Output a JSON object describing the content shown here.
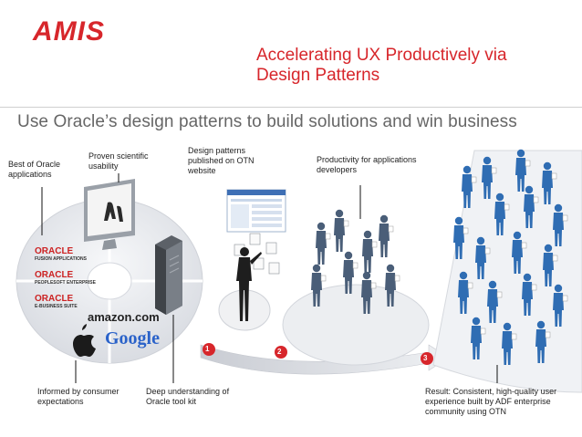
{
  "brand": {
    "logo_text": "AMIS"
  },
  "header": {
    "title_line1": "Accelerating UX Productively via",
    "title_line2": "Design Patterns",
    "subtitle": "Use Oracle’s design patterns to build solutions and win business"
  },
  "labels": {
    "best_of_oracle": "Best of Oracle applications",
    "proven_scientific": "Proven scientific usability",
    "design_patterns": "Design patterns published on OTN website",
    "productivity": "Productivity for applications developers",
    "informed_by_consumer": "Informed by consumer expectations",
    "deep_understanding": "Deep understanding of Oracle tool kit",
    "result": "Result: Consistent, high-quality user experience built by ADF enterprise community using OTN"
  },
  "vendors": {
    "oracle1": "ORACLE",
    "oracle1_sub": "FUSION APPLICATIONS",
    "oracle2": "ORACLE",
    "oracle2_sub": "PEOPLESOFT ENTERPRISE",
    "oracle3": "ORACLE",
    "oracle3_sub": "E-BUSINESS SUITE",
    "amazon": "amazon.com",
    "google": "Google"
  },
  "steps": [
    "1",
    "2",
    "3"
  ],
  "colors": {
    "accent": "#d7262b",
    "figure": "#4a5e78",
    "figure_blue": "#2f6db3",
    "disc": "#e6e8ec"
  }
}
